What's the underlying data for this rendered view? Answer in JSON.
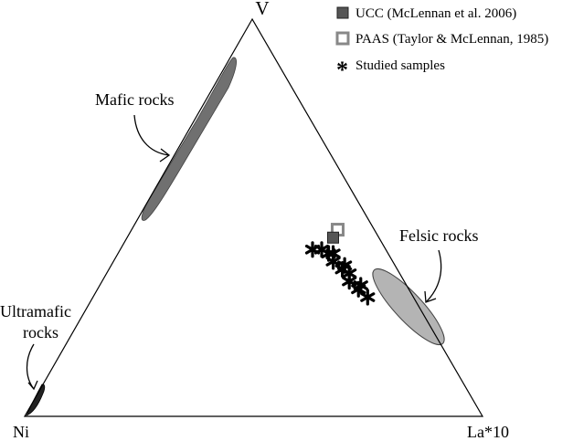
{
  "chart_data": {
    "type": "ternary",
    "vertices": {
      "top": "V",
      "bottom_left": "Ni",
      "bottom_right": "La*10"
    },
    "legend": [
      {
        "label": "UCC (McLennan et al. 2006)",
        "marker": "filled-square",
        "color": "#555555"
      },
      {
        "label": "PAAS (Taylor & McLennan, 1985)",
        "marker": "open-square",
        "color": "#9a9a9a"
      },
      {
        "label": "Studied samples",
        "marker": "asterisk",
        "color": "#000000"
      }
    ],
    "fields": [
      {
        "label": "Mafic rocks",
        "color": "#707070"
      },
      {
        "label": "Felsic rocks",
        "color": "#b4b4b4"
      },
      {
        "label_lines": [
          "Ultramafic",
          "rocks"
        ],
        "color": "#222222"
      }
    ],
    "reference_points": [
      {
        "name": "UCC",
        "Ni": 0.1,
        "V": 0.45,
        "La10": 0.45
      },
      {
        "name": "PAAS",
        "Ni": 0.08,
        "V": 0.47,
        "La10": 0.45
      }
    ],
    "samples": [
      {
        "Ni": 0.16,
        "V": 0.42,
        "La10": 0.42
      },
      {
        "Ni": 0.14,
        "V": 0.42,
        "La10": 0.44
      },
      {
        "Ni": 0.13,
        "V": 0.41,
        "La10": 0.46
      },
      {
        "Ni": 0.12,
        "V": 0.41,
        "La10": 0.47
      },
      {
        "Ni": 0.13,
        "V": 0.39,
        "La10": 0.48
      },
      {
        "Ni": 0.12,
        "V": 0.37,
        "La10": 0.51
      },
      {
        "Ni": 0.11,
        "V": 0.36,
        "La10": 0.53
      },
      {
        "Ni": 0.12,
        "V": 0.34,
        "La10": 0.54
      },
      {
        "Ni": 0.11,
        "V": 0.32,
        "La10": 0.57
      },
      {
        "Ni": 0.1,
        "V": 0.3,
        "La10": 0.6
      },
      {
        "Ni": 0.1,
        "V": 0.33,
        "La10": 0.57
      },
      {
        "Ni": 0.11,
        "V": 0.38,
        "La10": 0.51
      }
    ]
  }
}
